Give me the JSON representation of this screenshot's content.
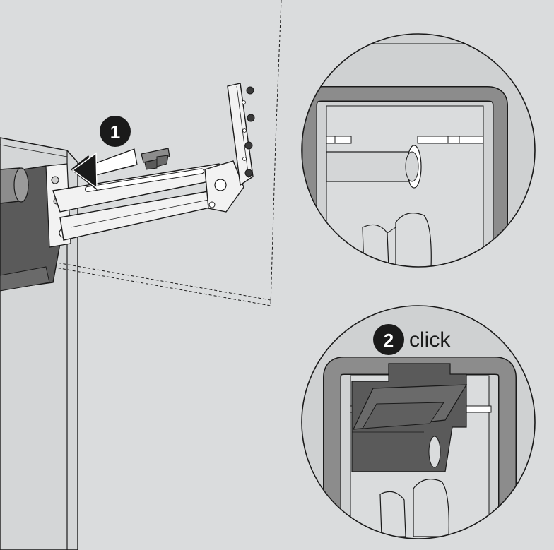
{
  "steps": {
    "step1": {
      "number": "1"
    },
    "step2": {
      "number": "2",
      "action": "click"
    }
  },
  "colors": {
    "background": "#dadcdd",
    "outline": "#1a1a1a",
    "dark_part": "#5a5a5a",
    "mid_part": "#8c8c8c",
    "light_part": "#f2f2f2",
    "badge": "#1a1a1a"
  }
}
